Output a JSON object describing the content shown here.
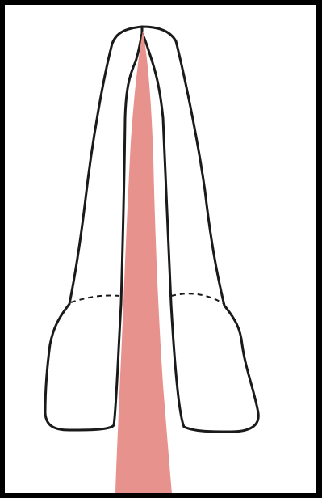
{
  "colors": {
    "frame": "#000000",
    "background": "#ffffff",
    "outline": "#1a1a1a",
    "pulp": "#e8928e"
  },
  "diagram": {
    "type": "tooth-cross-section",
    "elements": [
      "tooth-outline",
      "pulp-canal",
      "cementoenamel-junction-dashed-line"
    ]
  }
}
